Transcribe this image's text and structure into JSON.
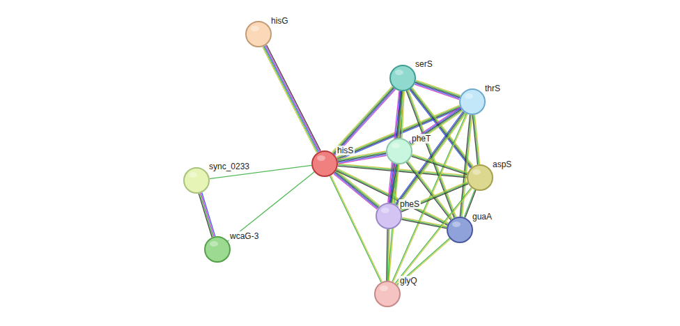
{
  "diagram": {
    "nodes": [
      {
        "text": [
          "hisG"
        ]
      },
      {
        "text": [
          "serS"
        ]
      },
      {
        "text": [
          "thrS"
        ]
      },
      {
        "text": [
          "pheT"
        ]
      },
      {
        "text": [
          "hisS"
        ]
      },
      {
        "text": [
          "aspS"
        ]
      },
      {
        "text": [
          "sync_0233"
        ]
      },
      {
        "text": [
          "pheS"
        ]
      },
      {
        "text": [
          "guaA"
        ]
      },
      {
        "text": [
          "wcaG-3"
        ]
      },
      {
        "text": [
          "glyQ"
        ]
      }
    ],
    "edges": [
      {
        "from": 4,
        "to": 0,
        "arrow": "none"
      },
      {
        "from": 4,
        "to": 6,
        "arrow": "none"
      },
      {
        "from": 4,
        "to": 9,
        "arrow": "none"
      },
      {
        "from": 6,
        "to": 9,
        "arrow": "none"
      },
      {
        "from": 4,
        "to": 1,
        "arrow": "none"
      },
      {
        "from": 4,
        "to": 2,
        "arrow": "none"
      },
      {
        "from": 4,
        "to": 3,
        "arrow": "none"
      },
      {
        "from": 4,
        "to": 5,
        "arrow": "none"
      },
      {
        "from": 4,
        "to": 7,
        "arrow": "none"
      },
      {
        "from": 4,
        "to": 8,
        "arrow": "none"
      },
      {
        "from": 4,
        "to": 10,
        "arrow": "none"
      },
      {
        "from": 1,
        "to": 2,
        "arrow": "none"
      },
      {
        "from": 1,
        "to": 3,
        "arrow": "none"
      },
      {
        "from": 1,
        "to": 7,
        "arrow": "none"
      },
      {
        "from": 1,
        "to": 5,
        "arrow": "none"
      },
      {
        "from": 1,
        "to": 8,
        "arrow": "none"
      },
      {
        "from": 2,
        "to": 3,
        "arrow": "none"
      },
      {
        "from": 2,
        "to": 7,
        "arrow": "none"
      },
      {
        "from": 2,
        "to": 5,
        "arrow": "none"
      },
      {
        "from": 2,
        "to": 8,
        "arrow": "none"
      },
      {
        "from": 2,
        "to": 10,
        "arrow": "none"
      },
      {
        "from": 3,
        "to": 7,
        "arrow": "none"
      },
      {
        "from": 3,
        "to": 5,
        "arrow": "none"
      },
      {
        "from": 3,
        "to": 8,
        "arrow": "none"
      },
      {
        "from": 7,
        "to": 5,
        "arrow": "none"
      },
      {
        "from": 7,
        "to": 8,
        "arrow": "none"
      },
      {
        "from": 7,
        "to": 10,
        "arrow": "none"
      },
      {
        "from": 5,
        "to": 8,
        "arrow": "none"
      },
      {
        "from": 5,
        "to": 10,
        "arrow": "none"
      },
      {
        "from": 8,
        "to": 10,
        "arrow": "none"
      },
      {
        "from": 3,
        "to": 10,
        "arrow": "none"
      }
    ]
  }
}
